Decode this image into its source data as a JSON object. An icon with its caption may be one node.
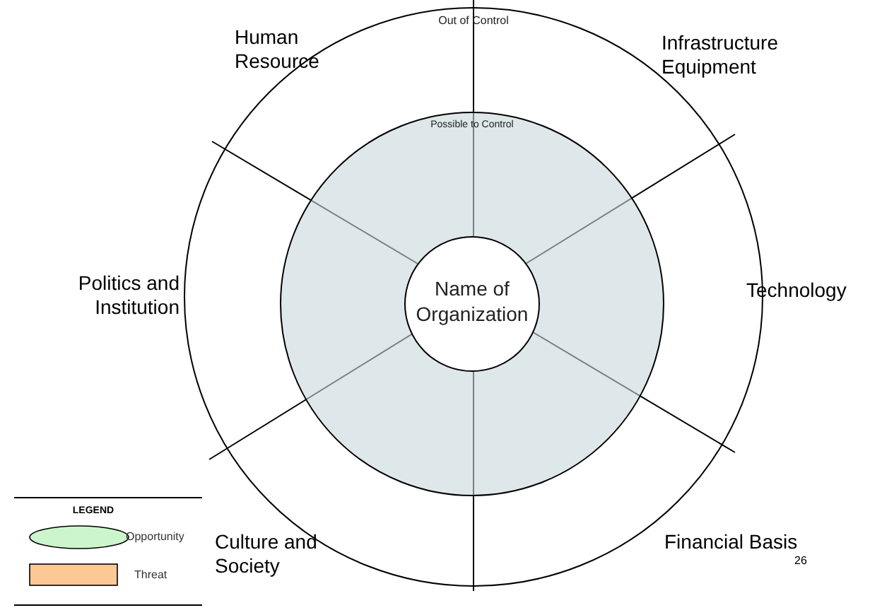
{
  "diagram": {
    "nodes": [
      {
        "text": [
          "Out of Control"
        ]
      },
      {
        "text": [
          "Possible to Control"
        ],
        "in": 0
      },
      {
        "text": [
          "Name of Organization"
        ],
        "in": 1
      }
    ],
    "labels": [
      "Human Resource",
      "Infrastructure Equipment",
      "Politics and Institution",
      "Technology",
      "Culture and Society",
      "Financial Basis",
      "LEGEND",
      "26"
    ],
    "legend": [
      {
        "text": "Opportunity",
        "color": "#ccf5cc"
      },
      {
        "text": "Threat",
        "color": "#fbc896"
      }
    ]
  }
}
